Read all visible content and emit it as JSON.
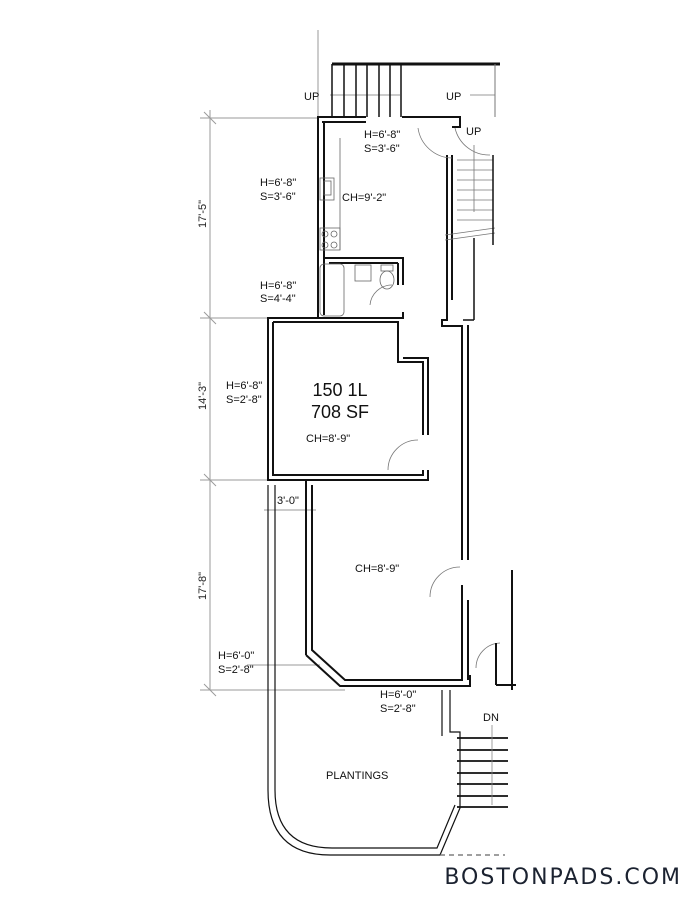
{
  "unit": {
    "number": "150  1L",
    "area": "708 SF"
  },
  "stair_labels": {
    "up_left": "UP",
    "up_right": "UP",
    "up_inner": "UP",
    "down": "DN"
  },
  "window_specs": {
    "kitchen_top": {
      "h": "H=6'-8\"",
      "s": "S=3'-6\""
    },
    "kitchen_left": {
      "h": "H=6'-8\"",
      "s": "S=3'-6\""
    },
    "bath_left": {
      "h": "H=6'-8\"",
      "s": "S=4'-4\""
    },
    "bedroom_left": {
      "h": "H=6'-8\"",
      "s": "S=2'-8\""
    },
    "living_bay_left": {
      "h": "H=6'-0\"",
      "s": "S=2'-8\""
    },
    "living_bottom": {
      "h": "H=6'-0\"",
      "s": "S=2'-8\""
    }
  },
  "ceiling_heights": {
    "kitchen": "CH=9'-2\"",
    "bedroom": "CH=8'-9\"",
    "living": "CH=8'-9\""
  },
  "dimensions": {
    "top": "17'-5\"",
    "middle": "14'-3\"",
    "bottom": "17'-8\"",
    "walkway": "3'-0\""
  },
  "areas": {
    "plantings": "PLANTINGS"
  },
  "brand": "BOSTONPADS.COM",
  "colors": {
    "wall": "#111111",
    "dimension_line": "#9a9a9a",
    "brand_text": "#1b2230"
  }
}
